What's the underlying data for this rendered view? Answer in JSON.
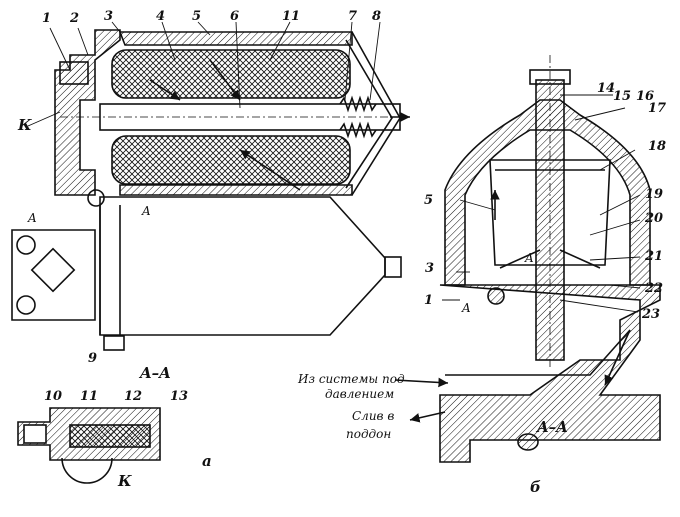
{
  "figure": {
    "callouts_left": [
      "1",
      "2",
      "3",
      "4",
      "5",
      "6",
      "11",
      "7",
      "8",
      "9",
      "10",
      "11",
      "12",
      "13"
    ],
    "callouts_right": [
      "14",
      "15",
      "16",
      "17",
      "18",
      "19",
      "20",
      "21",
      "22",
      "23",
      "5",
      "3",
      "1"
    ],
    "section_marks": {
      "k_upper": "К",
      "k_lower": "К",
      "a_left_1": "A",
      "a_left_2": "A",
      "section_aa_left": "A–A",
      "a_right_1": "A",
      "a_right_2": "A",
      "section_aa_right": "A–A"
    },
    "subfigure_labels": {
      "a": "а",
      "b": "б"
    },
    "annotations": {
      "inlet_line1": "Из системы под",
      "inlet_line2": "давлением",
      "drain_line1": "Слив в",
      "drain_line2": "поддон"
    }
  }
}
